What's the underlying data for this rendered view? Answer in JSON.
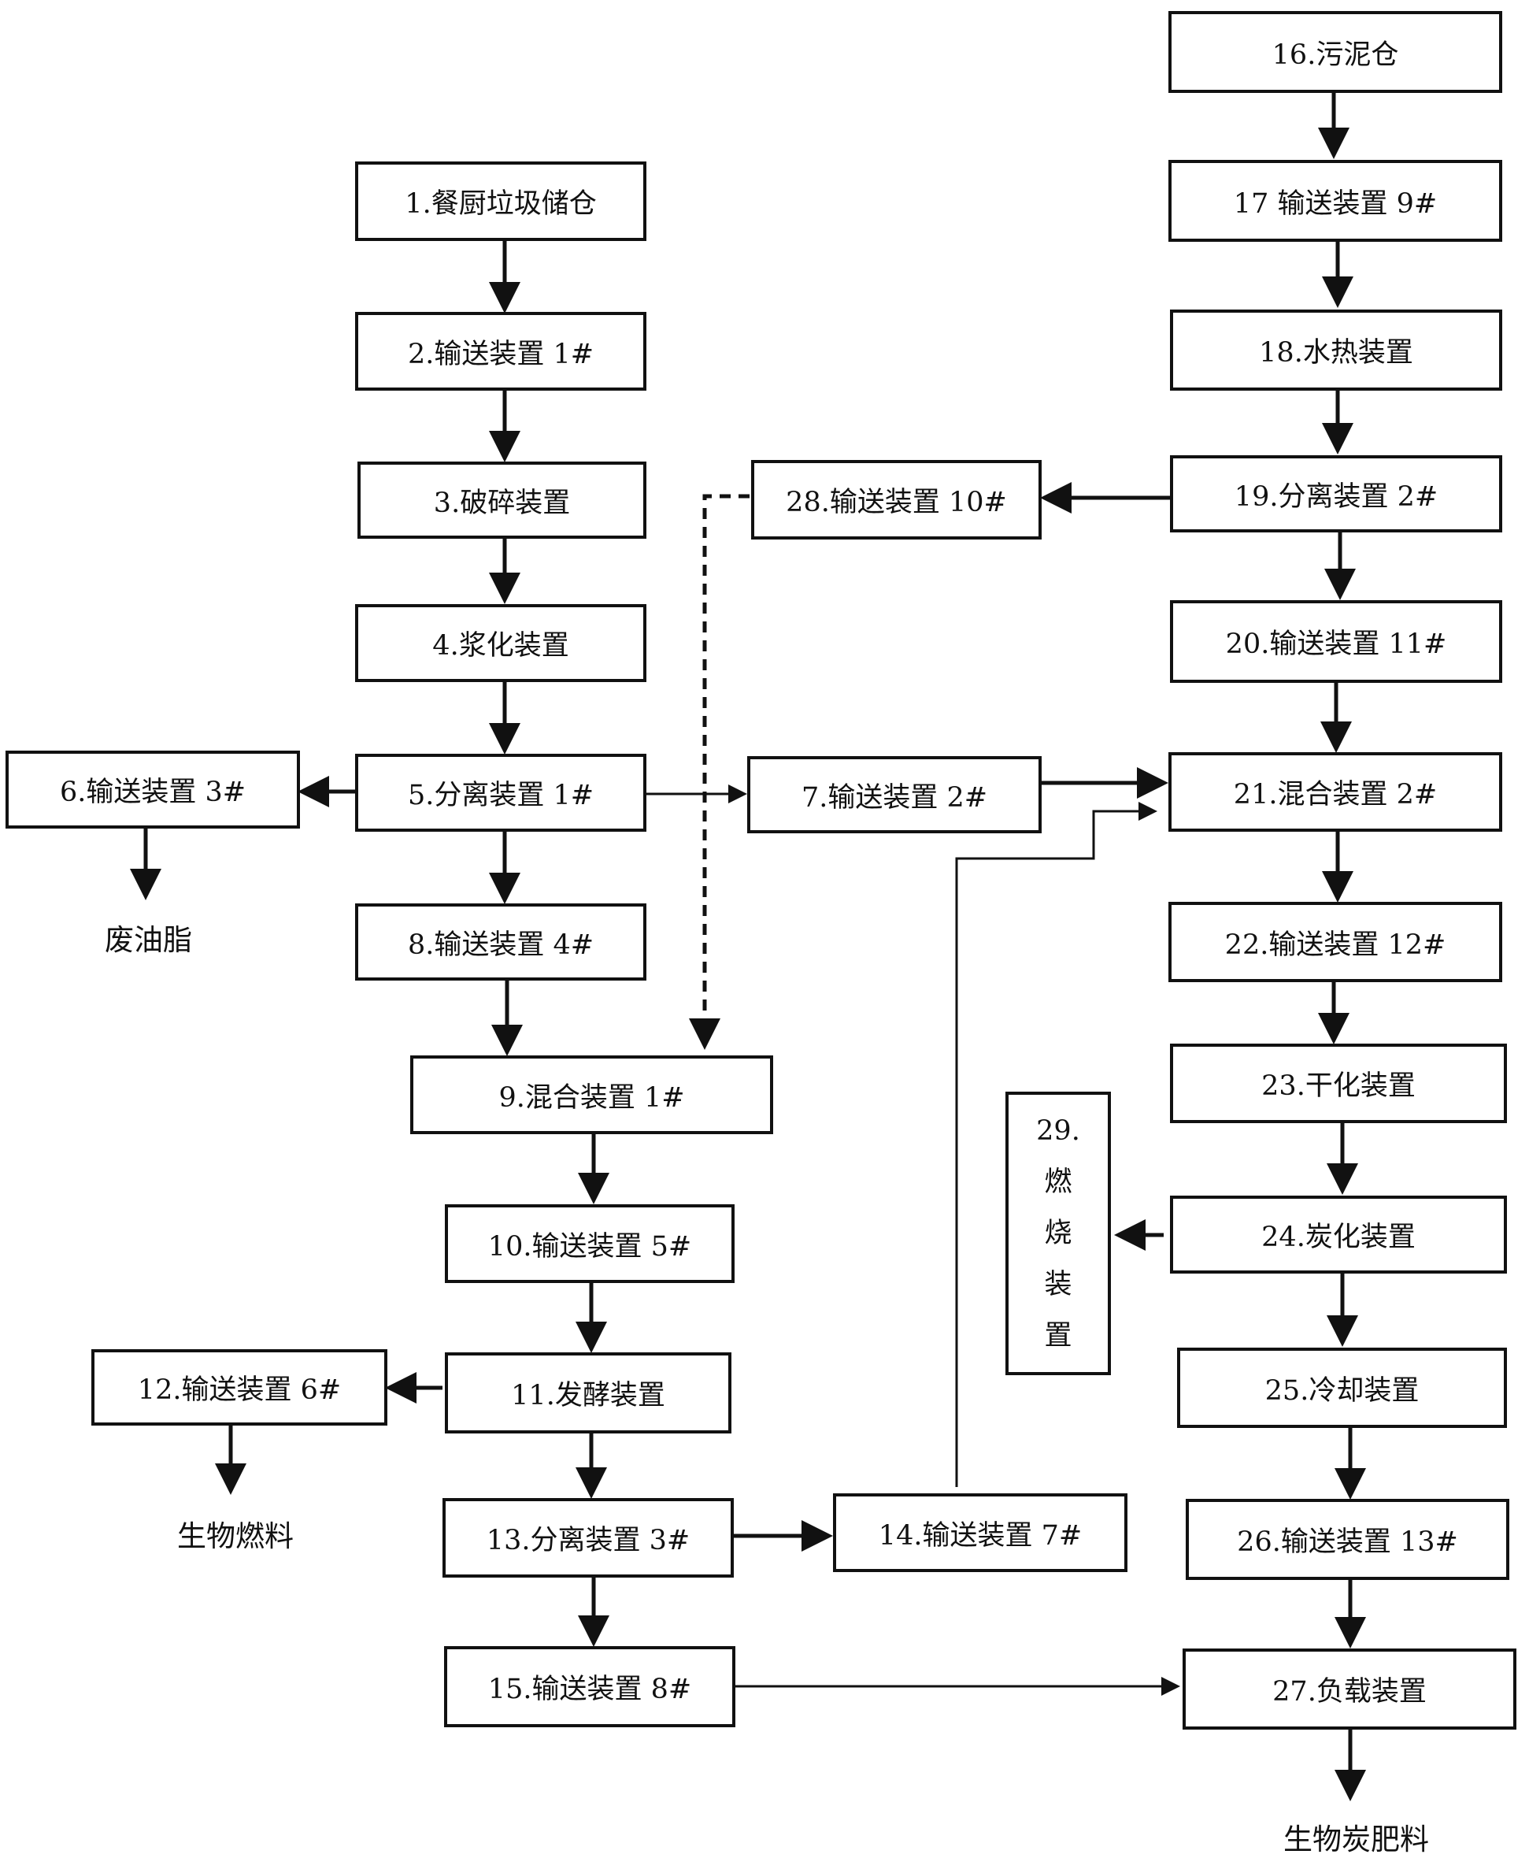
{
  "boxes": {
    "b1": "1.餐厨垃圾储仓",
    "b2": "2.输送装置 1#",
    "b3": "3.破碎装置",
    "b4": "4.浆化装置",
    "b5": "5.分离装置 1#",
    "b6": "6.输送装置 3#",
    "b7": "7.输送装置 2#",
    "b8": "8.输送装置 4#",
    "b9": "9.混合装置 1#",
    "b10": "10.输送装置 5#",
    "b11": "11.发酵装置",
    "b12": "12.输送装置 6#",
    "b13": "13.分离装置 3#",
    "b14": "14.输送装置 7#",
    "b15": "15.输送装置 8#",
    "b16": "16.污泥仓",
    "b17": "17 输送装置 9#",
    "b18": "18.水热装置",
    "b19": "19.分离装置 2#",
    "b20": "20.输送装置 11#",
    "b21": "21.混合装置 2#",
    "b22": "22.输送装置 12#",
    "b23": "23.干化装置",
    "b24": "24.炭化装置",
    "b25": "25.冷却装置",
    "b26": "26.输送装置 13#",
    "b27": "27.负载装置",
    "b28": "28.输送装置 10#"
  },
  "b29_lines": [
    "29.",
    "燃",
    "烧",
    "装",
    "置"
  ],
  "outputs": {
    "waste_oil": "废油脂",
    "biofuel": "生物燃料",
    "biochar_fertilizer": "生物炭肥料"
  },
  "colors": {
    "line": "#111111",
    "background": "#ffffff"
  }
}
